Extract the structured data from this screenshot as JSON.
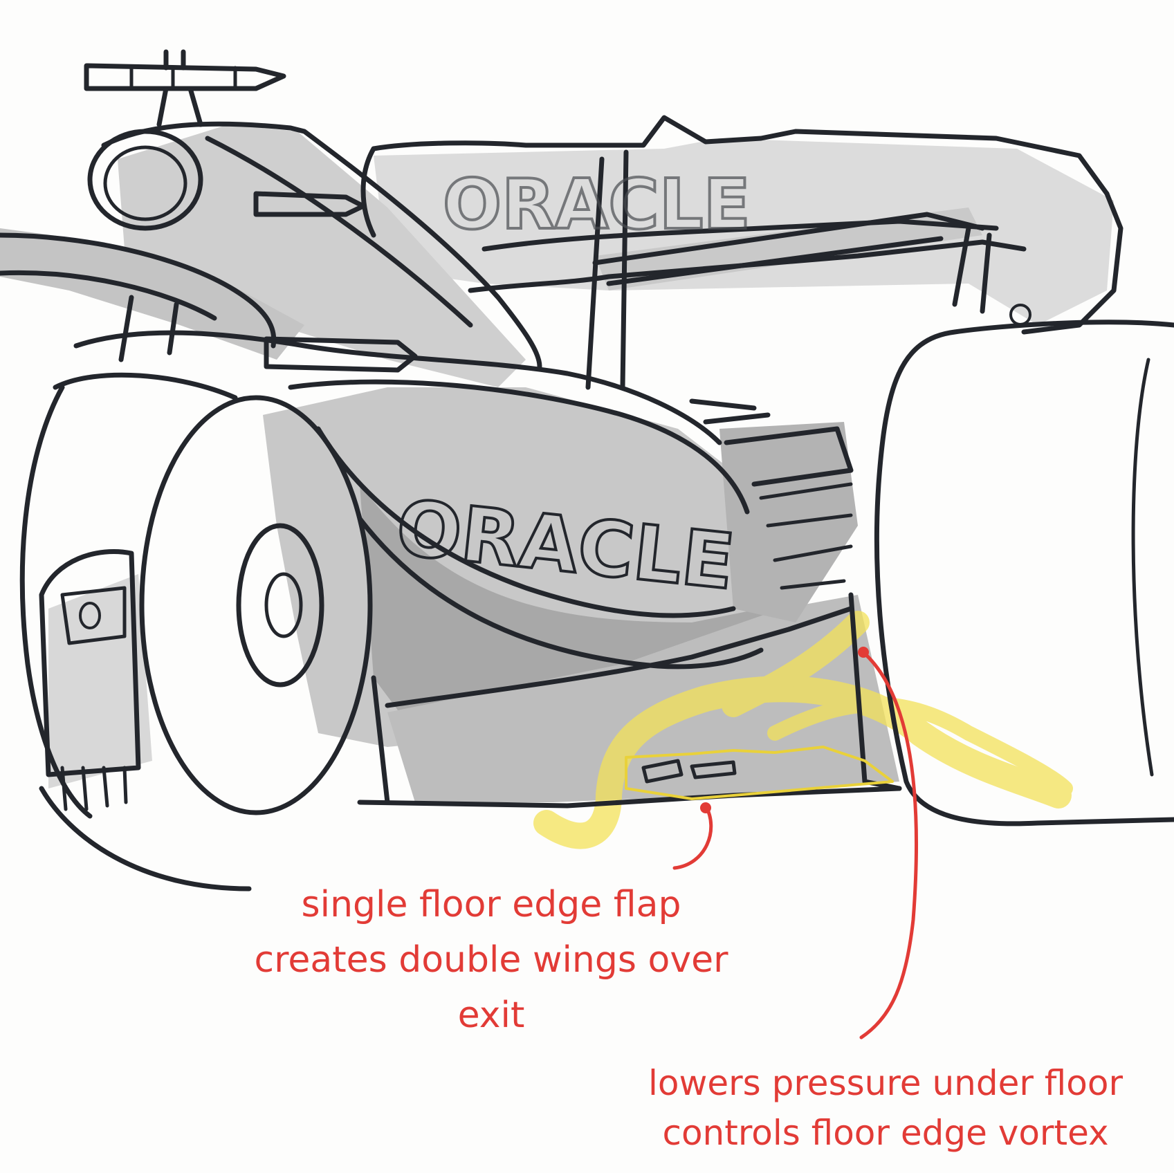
{
  "annotations": {
    "flap": {
      "lines": [
        "single floor edge flap",
        "creates double wings over",
        "exit"
      ]
    },
    "pressure": {
      "lines": [
        "lowers pressure under floor",
        "controls floor edge vortex"
      ]
    }
  },
  "colors": {
    "ink": "#23262c",
    "shade_light": "#d6d6d6",
    "shade_mid": "#b9b9b9",
    "shade_dark": "#9e9e9e",
    "annotation_red": "#e23b36",
    "airflow_highlight": "#f3e15a",
    "background": "#fdfdfc"
  },
  "livery_text": [
    "ORACLE",
    "ORACLE"
  ]
}
